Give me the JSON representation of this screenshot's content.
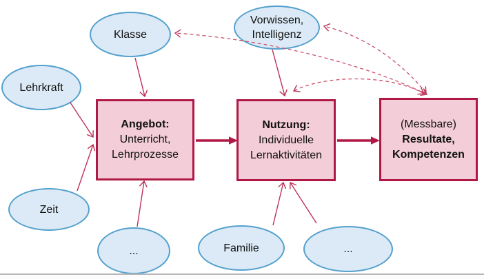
{
  "colors": {
    "bg": "#ffffff",
    "accent-strong": "#b01945",
    "accent-line": "#bd3156",
    "accent-dash": "#c94f6a",
    "box-fill": "#f3cdd8",
    "ellipse-fill": "#dbeaf6",
    "ellipse-border": "#54a0cd",
    "text": "#111111",
    "rule": "#b8b8b8"
  },
  "ellipses": [
    {
      "label": "Klasse"
    },
    {
      "label": "Lehrkraft"
    },
    {
      "label": "Zeit"
    },
    {
      "label": "..."
    },
    {
      "line1": "Vorwissen,",
      "line2": "Intelligenz"
    },
    {
      "label": "Familie"
    },
    {
      "label": "..."
    }
  ],
  "boxes": [
    {
      "lines": [
        "Angebot:",
        "Unterricht,",
        "Lehrprozesse"
      ]
    },
    {
      "lines": [
        "Nutzung:",
        "Individuelle",
        "Lernaktivitäten"
      ]
    },
    {
      "lines": [
        "(Messbare)",
        "Resultate,",
        "Kompetenzen"
      ]
    }
  ]
}
